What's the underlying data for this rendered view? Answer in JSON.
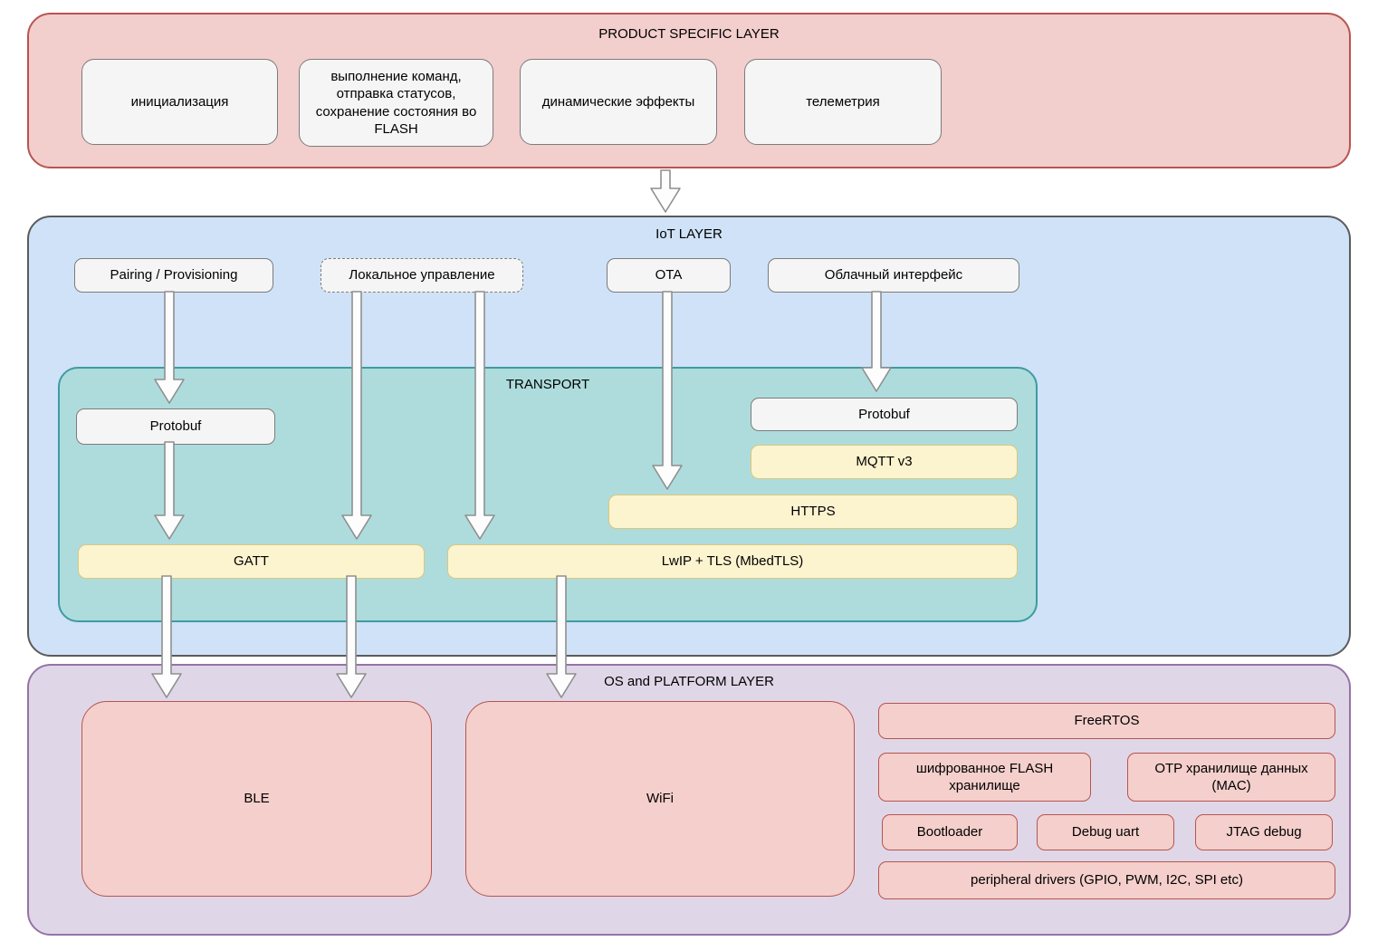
{
  "diagram": {
    "product_layer": {
      "title": "PRODUCT SPECIFIC LAYER",
      "boxes": [
        {
          "label": "инициализация"
        },
        {
          "label": "выполнение команд, отправка статусов, сохранение состояния во FLASH"
        },
        {
          "label": "динамические эффекты"
        },
        {
          "label": "телеметрия"
        }
      ]
    },
    "iot_layer": {
      "title": "IoT LAYER",
      "boxes": [
        {
          "label": "Pairing / Provisioning"
        },
        {
          "label": "Локальное управление"
        },
        {
          "label": "OTA"
        },
        {
          "label": "Облачный интерфейс"
        }
      ],
      "transport": {
        "title": "TRANSPORT",
        "protobuf_left": "Protobuf",
        "protobuf_right": "Protobuf",
        "mqtt": "MQTT v3",
        "https": "HTTPS",
        "gatt": "GATT",
        "lwip": "LwIP + TLS (MbedTLS)"
      }
    },
    "os_layer": {
      "title": "OS and PLATFORM LAYER",
      "ble": "BLE",
      "wifi": "WiFi",
      "freertos": "FreeRTOS",
      "flash_storage": "шифрованное FLASH хранилище",
      "otp_storage": "OTP хранилище данных (MAC)",
      "bootloader": "Bootloader",
      "debug_uart": "Debug uart",
      "jtag_debug": "JTAG debug",
      "peripheral_drivers": "peripheral drivers (GPIO, PWM, I2C, SPI etc)"
    },
    "colors": {
      "product_fill": "#f2cecd",
      "product_stroke": "#b85450",
      "iot_fill": "#cfe2f7",
      "iot_stroke": "#5b5b5b",
      "transport_fill": "#aedcdd",
      "transport_stroke": "#3f9ba0",
      "os_fill": "#dfd7e7",
      "os_stroke": "#9673a6",
      "yellow_fill": "#fcf3cf",
      "yellow_stroke": "#d8c87c",
      "gray_fill": "#f5f5f5",
      "gray_stroke": "#7c7c7c",
      "pink_fill": "#f4cfcb",
      "pink_stroke": "#b85450"
    }
  }
}
